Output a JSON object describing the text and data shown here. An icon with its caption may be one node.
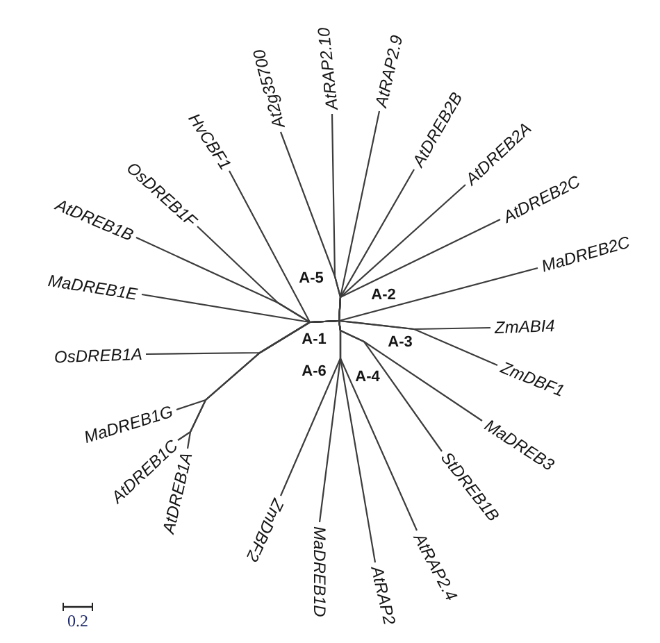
{
  "diagram": {
    "nodes": [
      {
        "text": [
          "At2g35700"
        ]
      },
      {
        "text": [
          "AtRAP2.10"
        ]
      },
      {
        "text": [
          "AtRAP2.9"
        ]
      },
      {
        "text": [
          "AtDREB2B"
        ]
      },
      {
        "text": [
          "AtDREB2A"
        ]
      },
      {
        "text": [
          "AtDREB2C"
        ]
      },
      {
        "text": [
          "MaDREB2C"
        ]
      },
      {
        "text": [
          "ZmABI4"
        ]
      },
      {
        "text": [
          "ZmDBF1"
        ]
      },
      {
        "text": [
          "MaDREB3"
        ]
      },
      {
        "text": [
          "StDREB1B"
        ]
      },
      {
        "text": [
          "AtRAP2.4"
        ]
      },
      {
        "text": [
          "AtRAP2"
        ]
      },
      {
        "text": [
          "MaDREB1D"
        ]
      },
      {
        "text": [
          "ZmDBF2"
        ]
      },
      {
        "text": [
          "AtDREB1A"
        ]
      },
      {
        "text": [
          "AtDREB1C"
        ]
      },
      {
        "text": [
          "MaDREB1G"
        ]
      },
      {
        "text": [
          "OsDREB1A"
        ]
      },
      {
        "text": [
          "MaDREB1E"
        ]
      },
      {
        "text": [
          "AtDREB1B"
        ]
      },
      {
        "text": [
          "OsDREB1F"
        ]
      },
      {
        "text": [
          "HvCBF1"
        ]
      }
    ],
    "edges": [
      {
        "from": null,
        "to": 0,
        "arrow": "none"
      },
      {
        "from": null,
        "to": 1,
        "arrow": "none"
      },
      {
        "from": null,
        "to": 2,
        "arrow": "none"
      },
      {
        "from": null,
        "to": 3,
        "arrow": "none"
      },
      {
        "from": null,
        "to": 4,
        "arrow": "none"
      },
      {
        "from": null,
        "to": 5,
        "arrow": "none"
      },
      {
        "from": null,
        "to": 6,
        "arrow": "none"
      },
      {
        "from": null,
        "to": 7,
        "arrow": "none"
      },
      {
        "from": null,
        "to": 8,
        "arrow": "none"
      },
      {
        "from": null,
        "to": 9,
        "arrow": "none"
      },
      {
        "from": null,
        "to": 10,
        "arrow": "none"
      },
      {
        "from": null,
        "to": 11,
        "arrow": "none"
      },
      {
        "from": null,
        "to": 12,
        "arrow": "none"
      },
      {
        "from": null,
        "to": 13,
        "arrow": "none"
      },
      {
        "from": null,
        "to": 14,
        "arrow": "none"
      },
      {
        "from": null,
        "to": 15,
        "arrow": "none"
      },
      {
        "from": null,
        "to": 16,
        "arrow": "none"
      },
      {
        "from": null,
        "to": 17,
        "arrow": "none"
      },
      {
        "from": null,
        "to": 18,
        "arrow": "none"
      },
      {
        "from": null,
        "to": 19,
        "arrow": "none"
      },
      {
        "from": null,
        "to": 20,
        "arrow": "none"
      },
      {
        "from": null,
        "to": 21,
        "arrow": "none"
      },
      {
        "from": null,
        "to": 22,
        "arrow": "none"
      }
    ],
    "labels": [
      "A-5",
      "A-2",
      "A-1",
      "A-3",
      "A-6",
      "A-4",
      "0.2"
    ]
  }
}
